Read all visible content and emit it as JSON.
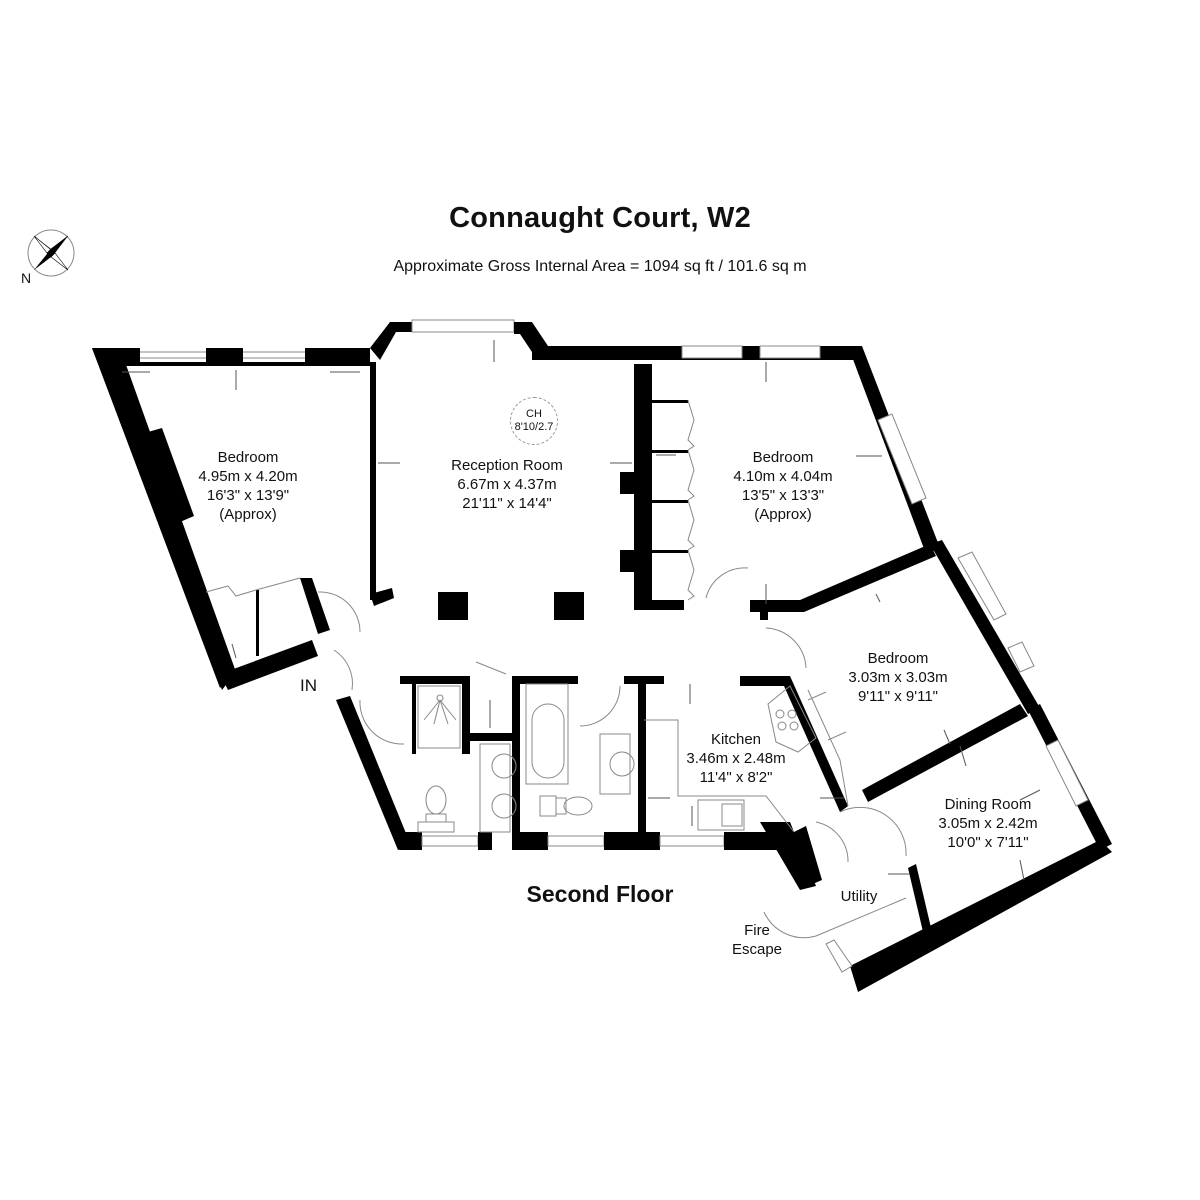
{
  "header": {
    "title": "Connaught Court, W2",
    "subtitle": "Approximate Gross Internal Area = 1094 sq ft / 101.6 sq m"
  },
  "compass": {
    "icon": "compass-rose-icon",
    "label": "N"
  },
  "floor": {
    "label": "Second Floor"
  },
  "ceiling_height": {
    "label": "CH",
    "value": "8'10/2.7"
  },
  "entrance": {
    "label": "IN"
  },
  "rooms": [
    {
      "name": "Bedroom",
      "metric": "4.95m x 4.20m",
      "imperial": "16'3\" x 13'9\"",
      "note": "(Approx)"
    },
    {
      "name": "Reception Room",
      "metric": "6.67m x 4.37m",
      "imperial": "21'11\" x 14'4\""
    },
    {
      "name": "Bedroom",
      "metric": "4.10m x 4.04m",
      "imperial": "13'5\" x 13'3\"",
      "note": "(Approx)"
    },
    {
      "name": "Bedroom",
      "metric": "3.03m x 3.03m",
      "imperial": "9'11\" x 9'11\""
    },
    {
      "name": "Kitchen",
      "metric": "3.46m x 2.48m",
      "imperial": "11'4\" x 8'2\""
    },
    {
      "name": "Dining Room",
      "metric": "3.05m x 2.42m",
      "imperial": "10'0\" x 7'11\""
    },
    {
      "name": "Utility"
    },
    {
      "name": "Fire",
      "name2": "Escape"
    }
  ],
  "colors": {
    "wall": "#000000",
    "line": "#888888",
    "background": "#ffffff"
  }
}
